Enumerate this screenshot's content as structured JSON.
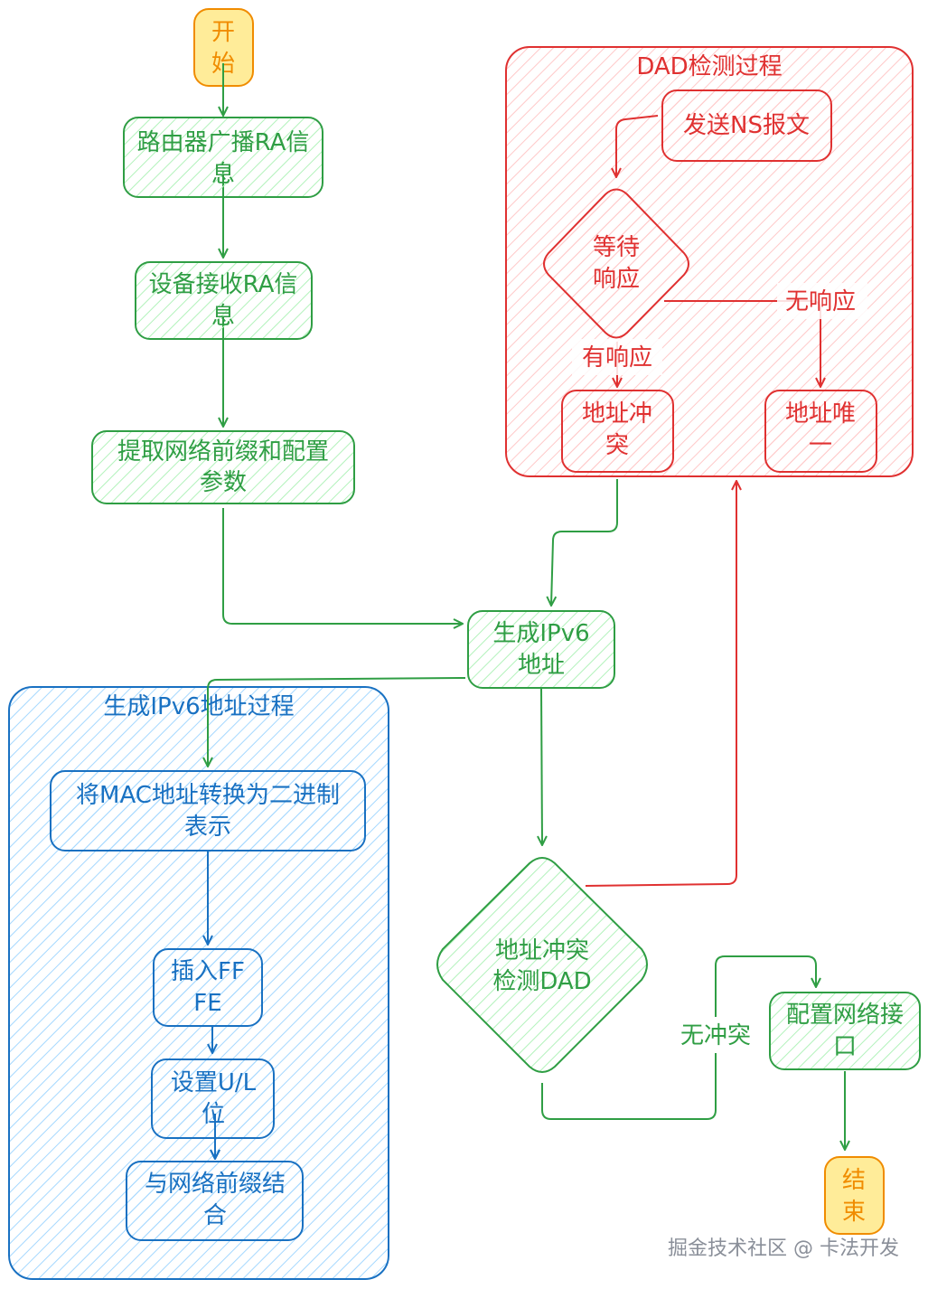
{
  "colors": {
    "green_stroke": "#2f9e44",
    "green_text": "#2f9e44",
    "green_hatch": "#b2f2bb",
    "blue_stroke": "#1971c2",
    "blue_text": "#1971c2",
    "blue_hatch": "#a5d8ff",
    "red_stroke": "#e03131",
    "red_text": "#e03131",
    "red_hatch": "#ffc9c9",
    "yellow_stroke": "#f08c00",
    "yellow_fill": "#ffec99",
    "watermark": "#8a8f99"
  },
  "groups": {
    "dad_process": {
      "title": "DAD检测过程"
    },
    "ipv6_process": {
      "title": "生成IPv6地址过程"
    }
  },
  "nodes": {
    "start": {
      "line1": "开",
      "line2": "始"
    },
    "ra_broadcast": {
      "line1": "路由器广播RA信",
      "line2": "息"
    },
    "ra_receive": {
      "line1": "设备接收RA信",
      "line2": "息"
    },
    "extract_prefix": {
      "line1": "提取网络前缀和配置",
      "line2": "参数"
    },
    "generate_ipv6": {
      "line1": "生成IPv6",
      "line2": "地址"
    },
    "mac_to_binary": {
      "line1": "将MAC地址转换为二进制",
      "line2": "表示"
    },
    "insert_fffe": {
      "line1": "插入FF",
      "line2": "FE"
    },
    "set_ul_bit": {
      "line1": "设置U/L",
      "line2": "位"
    },
    "combine_prefix": {
      "line1": "与网络前缀结",
      "line2": "合"
    },
    "dad_check": {
      "line1": "地址冲突",
      "line2": "检测DAD"
    },
    "configure_interface": {
      "line1": "配置网络接",
      "line2": "口"
    },
    "end": {
      "line1": "结",
      "line2": "束"
    },
    "send_ns": {
      "line1": "发送NS报文"
    },
    "wait_response": {
      "line1": "等待",
      "line2": "响应"
    },
    "address_conflict": {
      "line1": "地址冲",
      "line2": "突"
    },
    "address_unique": {
      "line1": "地址唯",
      "line2": "一"
    }
  },
  "edge_labels": {
    "has_response": "有响应",
    "no_response": "无响应",
    "no_conflict": "无冲突"
  },
  "watermark": "掘金技术社区 @ 卡法开发"
}
